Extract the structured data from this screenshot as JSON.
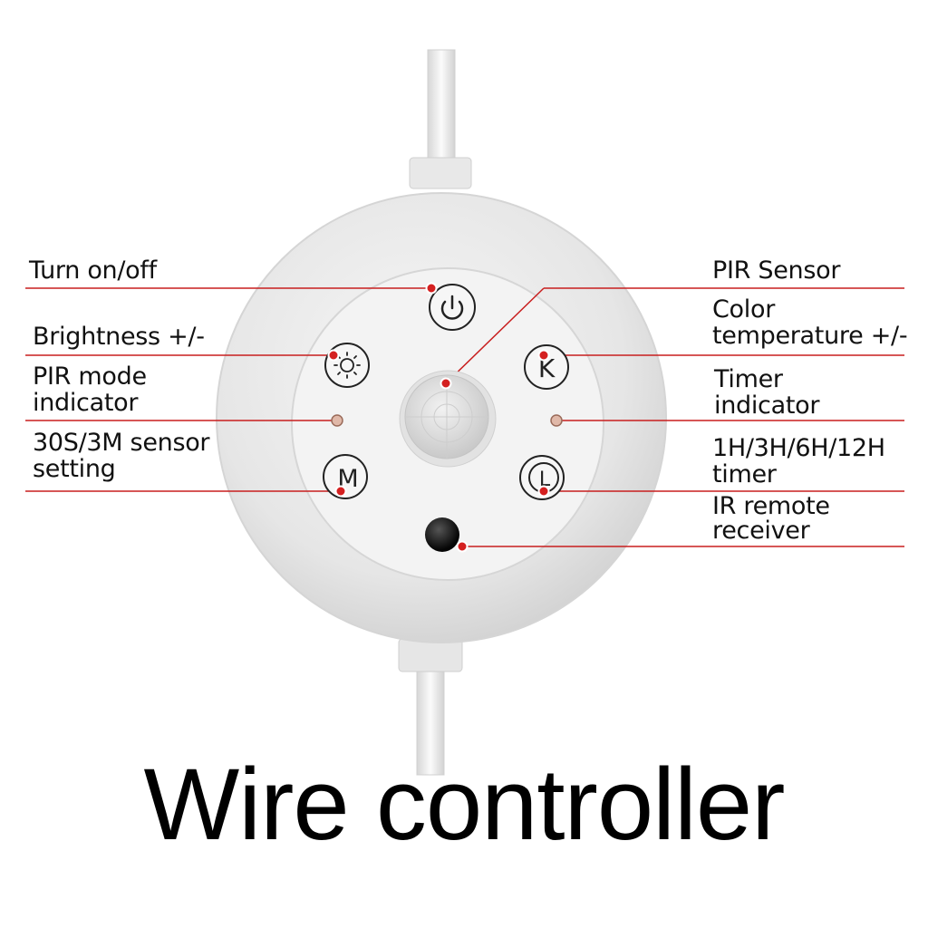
{
  "title": "Wire controller",
  "colors": {
    "leader_line": "#c81e1e",
    "dot": "#d42020",
    "body": "#ebebeb",
    "face": "#f4f4f4",
    "ring": "#222222"
  },
  "buttons": {
    "power_icon": "power-icon",
    "brightness_icon": "sun-icon",
    "color_temp_glyph": "K",
    "mode_glyph": "M",
    "timer_glyph": "L"
  },
  "labels": {
    "turn_on_off": "Turn on/off",
    "brightness": "Brightness +/-",
    "pir_mode_1": "PIR mode",
    "pir_mode_2": "indicator",
    "sensor_setting_1": "30S/3M sensor",
    "sensor_setting_2": "setting",
    "pir_sensor": "PIR Sensor",
    "color_temp_1": "Color",
    "color_temp_2": "temperature +/-",
    "timer_indicator_1": "Timer",
    "timer_indicator_2": "indicator",
    "timer_1": "1H/3H/6H/12H",
    "timer_2": "timer",
    "ir_remote_1": "IR remote",
    "ir_remote_2": "receiver"
  }
}
